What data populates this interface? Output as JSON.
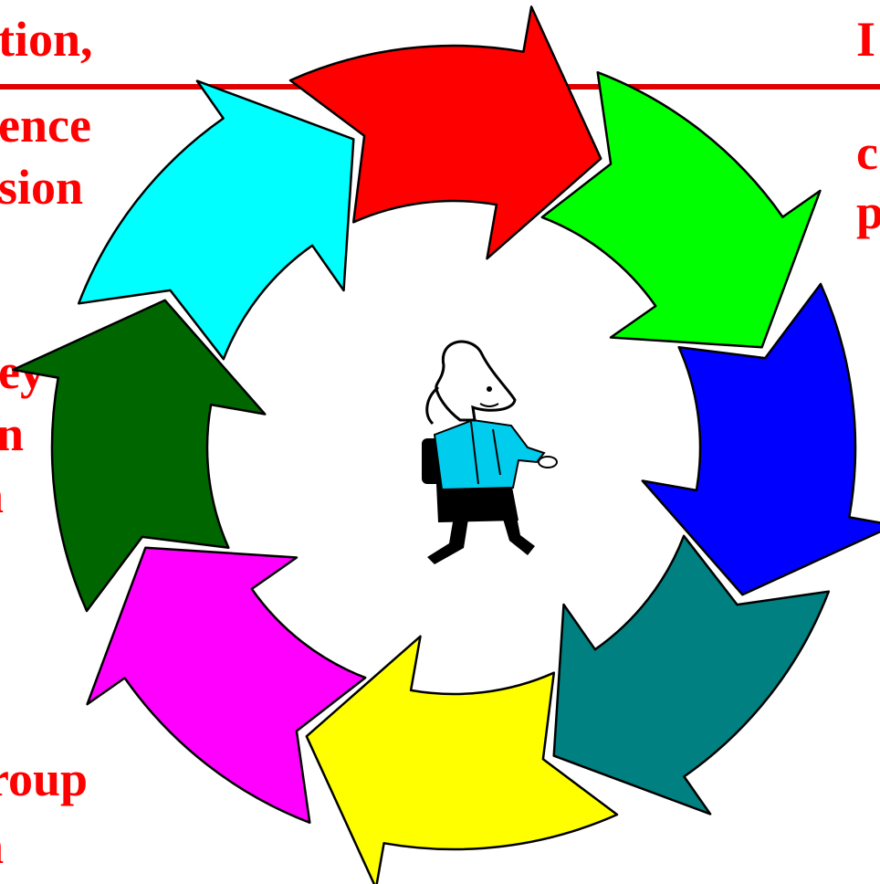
{
  "left_column": {
    "lines": [
      "tion,",
      "ence",
      "sion",
      "ey",
      "n",
      "n",
      "roup",
      "n"
    ]
  },
  "right_column": {
    "lines": [
      "I",
      "c",
      "p"
    ]
  },
  "cycle": {
    "arrows": [
      {
        "name": "red-arrow",
        "color": "#ff0000"
      },
      {
        "name": "green-arrow",
        "color": "#00ff00"
      },
      {
        "name": "blue-arrow",
        "color": "#0000ff"
      },
      {
        "name": "teal-arrow",
        "color": "#008080"
      },
      {
        "name": "yellow-arrow",
        "color": "#ffff00"
      },
      {
        "name": "magenta-arrow",
        "color": "#ff00ff"
      },
      {
        "name": "dark-green-arrow",
        "color": "#006600"
      },
      {
        "name": "cyan-arrow",
        "color": "#00ffff"
      }
    ]
  },
  "center_figure": {
    "icon": "walking-person-icon"
  }
}
